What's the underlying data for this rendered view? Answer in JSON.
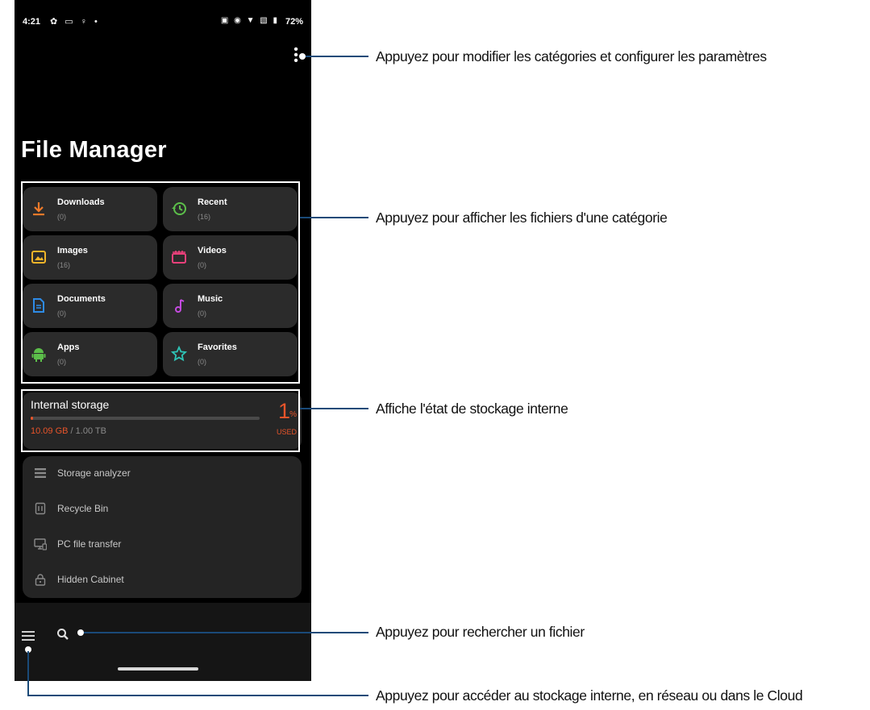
{
  "status_bar": {
    "time": "4:21",
    "battery": "72%"
  },
  "app": {
    "title": "File Manager"
  },
  "categories": [
    {
      "name": "Downloads",
      "count": "(0)",
      "icon": "download-icon",
      "color": "#f07a2a"
    },
    {
      "name": "Recent",
      "count": "(16)",
      "icon": "history-icon",
      "color": "#5cbf4a"
    },
    {
      "name": "Images",
      "count": "(16)",
      "icon": "image-icon",
      "color": "#f0b429"
    },
    {
      "name": "Videos",
      "count": "(0)",
      "icon": "video-icon",
      "color": "#e8407a"
    },
    {
      "name": "Documents",
      "count": "(0)",
      "icon": "document-icon",
      "color": "#2e8be6"
    },
    {
      "name": "Music",
      "count": "(0)",
      "icon": "music-icon",
      "color": "#c44be0"
    },
    {
      "name": "Apps",
      "count": "(0)",
      "icon": "android-icon",
      "color": "#5cbf4a"
    },
    {
      "name": "Favorites",
      "count": "(0)",
      "icon": "star-icon",
      "color": "#2ec4b6"
    }
  ],
  "storage": {
    "label": "Internal storage",
    "used": "10.09 GB",
    "total": " / 1.00 TB",
    "percent": "1",
    "percent_sign": "%",
    "used_label": "USED",
    "fill_fraction": 0.01
  },
  "tools": [
    {
      "label": "Storage analyzer",
      "icon": "list-icon"
    },
    {
      "label": "Recycle Bin",
      "icon": "trash-icon"
    },
    {
      "label": "PC file transfer",
      "icon": "monitor-icon"
    },
    {
      "label": "Hidden Cabinet",
      "icon": "lock-icon"
    }
  ],
  "callouts": {
    "menu": "Appuyez pour modifier les catégories et configurer les paramètres",
    "categories": "Appuyez pour afficher les fichiers d'une catégorie",
    "storage": "Affiche l'état de stockage interne",
    "search": "Appuyez pour rechercher un fichier",
    "nav": "Appuyez pour accéder au stockage interne, en réseau ou dans le Cloud"
  }
}
